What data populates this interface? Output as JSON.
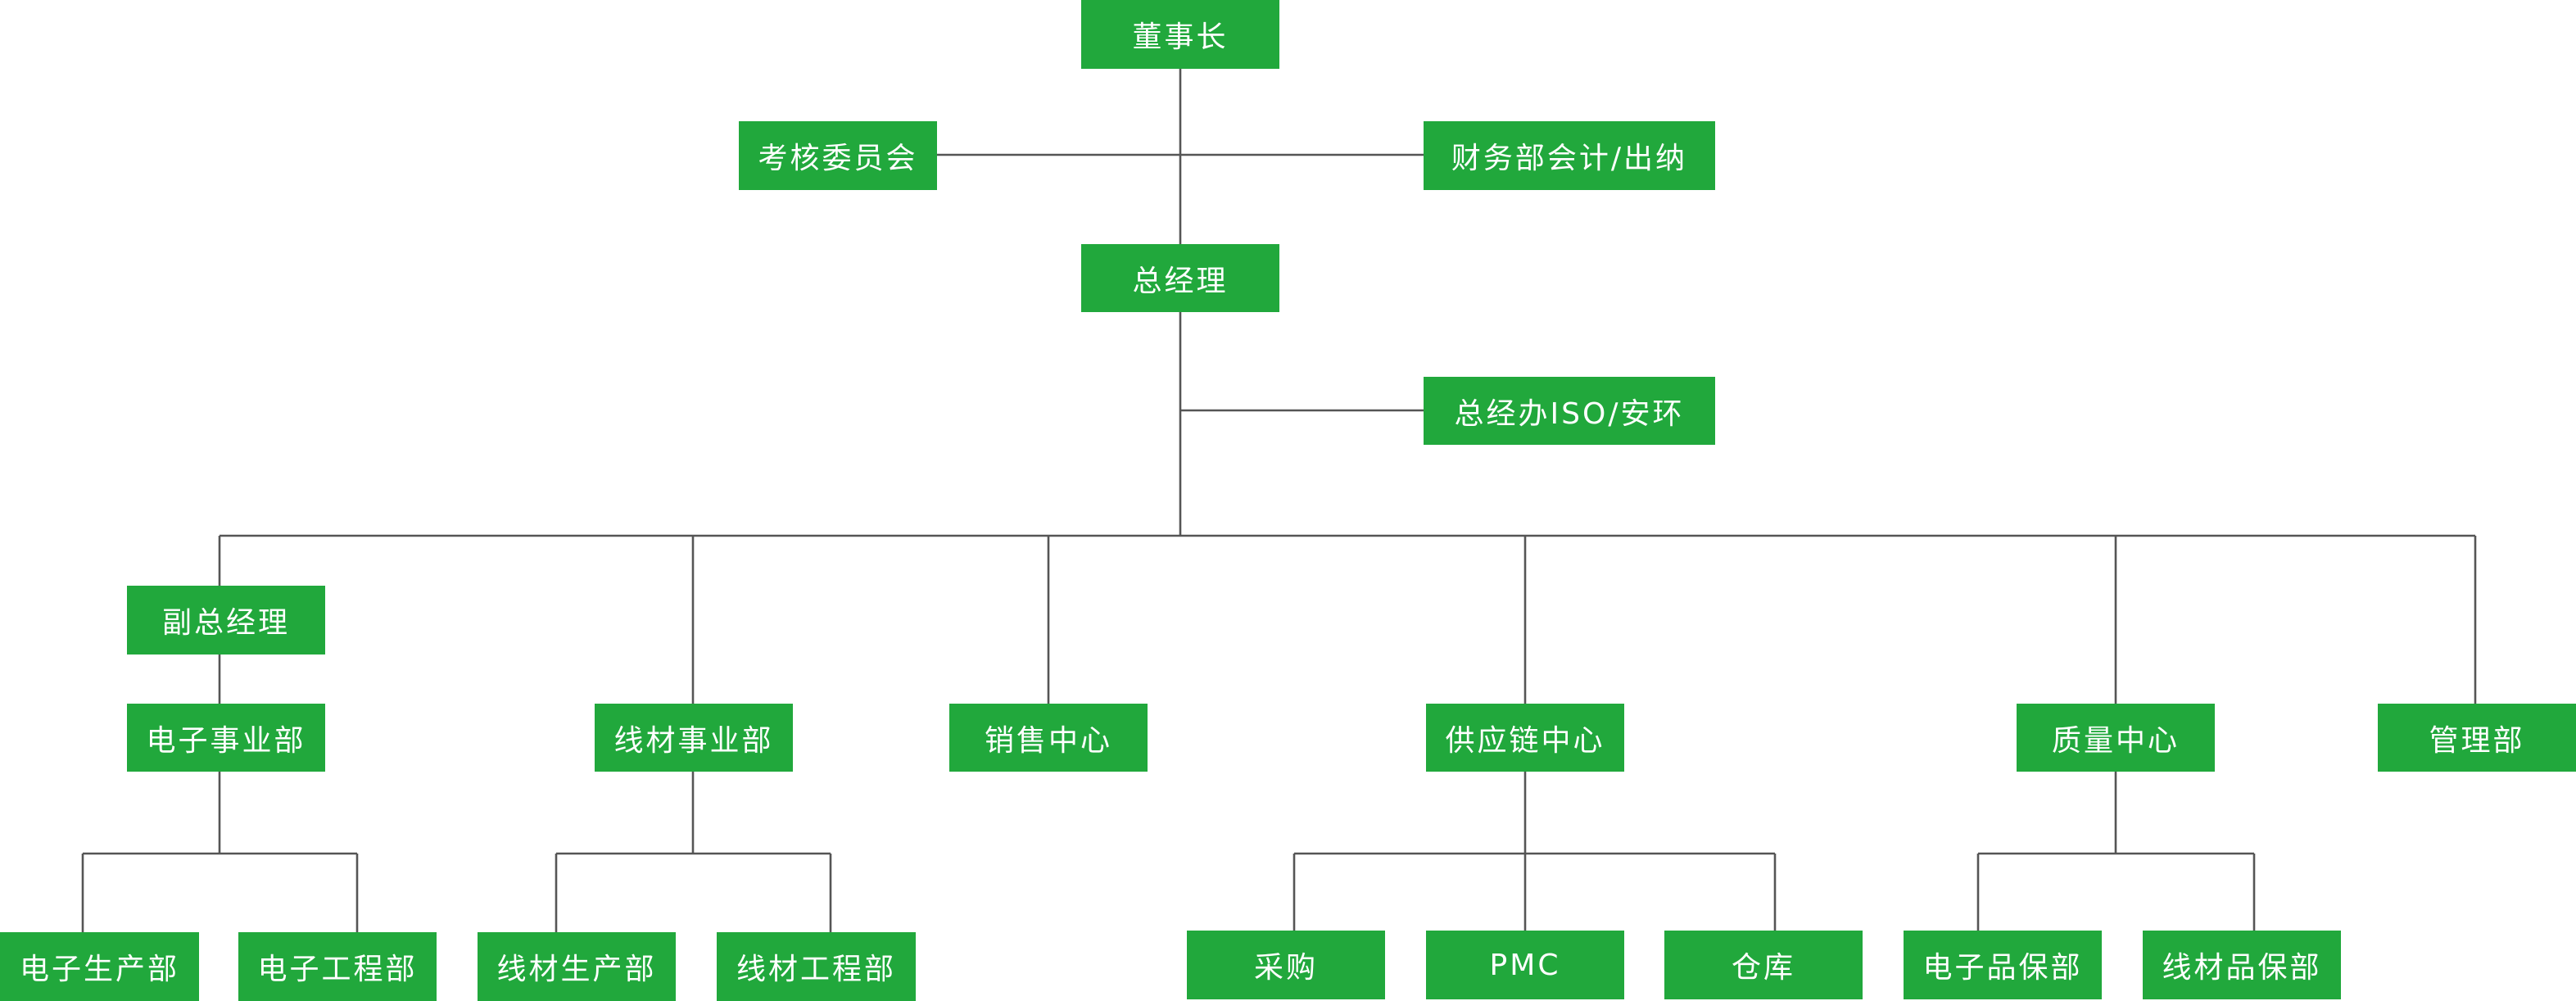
{
  "nodes": {
    "chairman": "董事长",
    "assessment_committee": "考核委员会",
    "finance": "财务部会计/出纳",
    "general_manager": "总经理",
    "gm_office": "总经办ISO/安环",
    "deputy_gm": "副总经理",
    "electronics_division": "电子事业部",
    "wire_division": "线材事业部",
    "sales_center": "销售中心",
    "supply_chain_center": "供应链中心",
    "quality_center": "质量中心",
    "management_dept": "管理部",
    "electronics_production": "电子生产部",
    "electronics_engineering": "电子工程部",
    "wire_production": "线材生产部",
    "wire_engineering": "线材工程部",
    "purchasing": "采购",
    "pmc": "PMC",
    "warehouse": "仓库",
    "electronics_qa": "电子品保部",
    "wire_qa": "线材品保部"
  },
  "colors": {
    "node_fill": "#21a83c",
    "node_text": "#ffffff",
    "connector": "#555555"
  }
}
